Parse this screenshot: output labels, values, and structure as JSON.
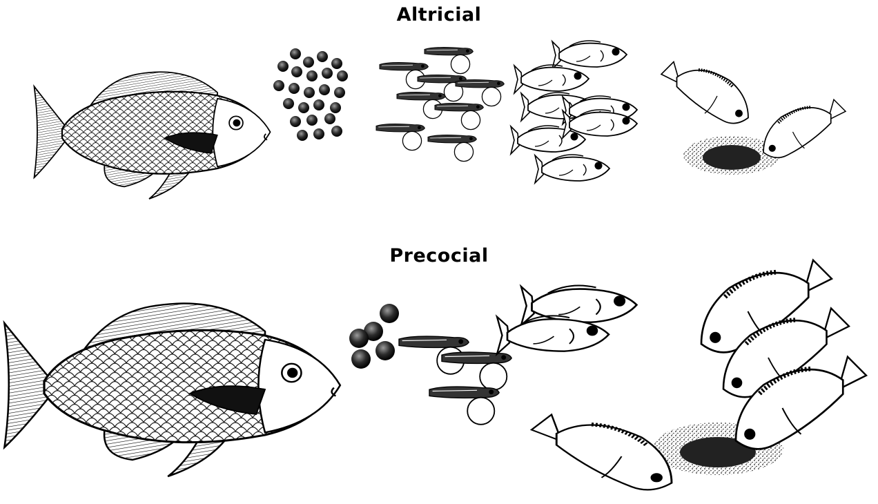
{
  "rows": [
    {
      "title": "Altricial",
      "stages": [
        "adult-fish",
        "eggs",
        "yolk-sac-larvae",
        "free-swimming-fry",
        "juveniles-feeding"
      ]
    },
    {
      "title": "Precocial",
      "stages": [
        "adult-fish",
        "eggs",
        "yolk-sac-larvae",
        "free-swimming-fry",
        "juveniles-feeding"
      ]
    }
  ],
  "colors": {
    "ink": "#000000",
    "background": "#ffffff"
  }
}
